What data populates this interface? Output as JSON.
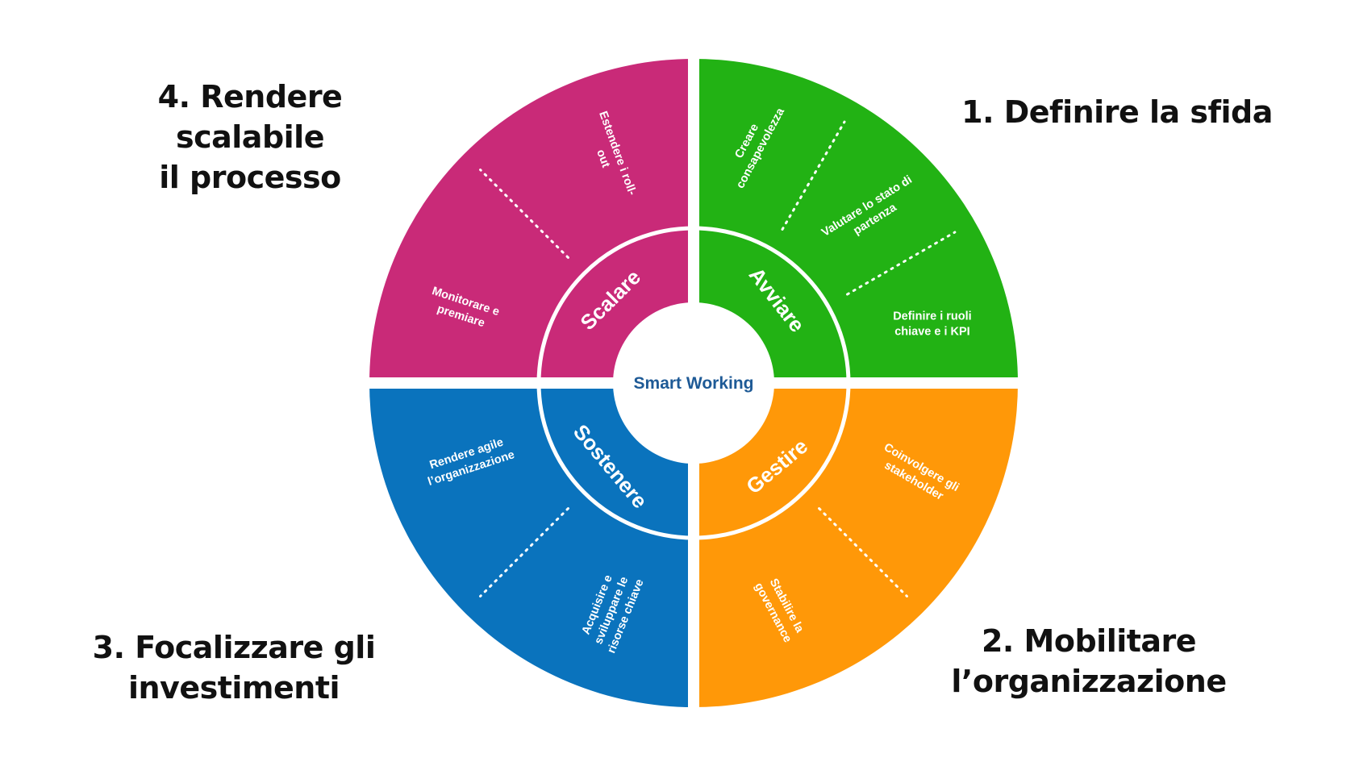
{
  "phases": {
    "q1": "1. Definire la sfida",
    "q2": "2. Mobilitare\nl’organizzazione",
    "q3": "3. Focalizzare gli\ninvestimenti",
    "q4": "4. Rendere scalabile\nil processo"
  },
  "center": {
    "label": "Smart Working",
    "color": "#1e5a96"
  },
  "colors": {
    "avviare": "#22b214",
    "gestire": "#ff9808",
    "sostenere": "#0a73bd",
    "scalare": "#c92a78"
  },
  "stages": {
    "avviare": "Avviare",
    "gestire": "Gestire",
    "sostenere": "Sostenere",
    "scalare": "Scalare"
  },
  "activities": {
    "avviare": [
      [
        "Creare",
        "consapevolezza"
      ],
      [
        "Valutare lo stato di",
        "partenza"
      ],
      [
        "Definire i ruoli",
        "chiave e i KPI"
      ]
    ],
    "gestire": [
      [
        "Coinvolgere gli",
        "stakeholder"
      ],
      [
        "Stabilire la",
        "governance"
      ]
    ],
    "sostenere": [
      [
        "Rendere agile",
        "l’organizzazione"
      ],
      [
        "Acquisire e",
        "sviluppare le",
        "risorse chiave"
      ]
    ],
    "scalare": [
      [
        "Monitorare e",
        "premiare"
      ],
      [
        "Estendere i roll-",
        "out"
      ]
    ]
  }
}
